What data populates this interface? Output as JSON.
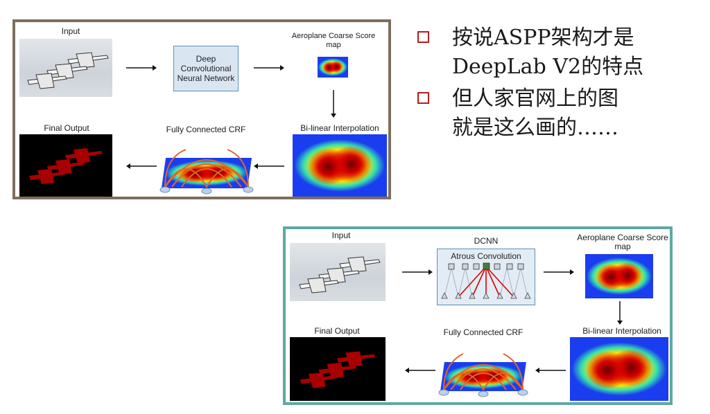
{
  "panel_a": {
    "input_label": "Input",
    "dcnn_box": "Deep Convolutional Neural Network",
    "coarse_label": "Aeroplane Coarse Score map",
    "interp_label": "Bi-linear Interpolation",
    "crf_label": "Fully Connected CRF",
    "output_label": "Final Output"
  },
  "panel_b": {
    "input_label": "Input",
    "dcnn_label": "DCNN",
    "atrous_label": "Atrous Convolution",
    "coarse_label": "Aeroplane Coarse Score map",
    "interp_label": "Bi-linear Interpolation",
    "crf_label": "Fully Connected CRF",
    "output_label": "Final Output"
  },
  "bullets": [
    {
      "line1": "按说ASPP架构才是",
      "line2": "DeepLab V2的特点"
    },
    {
      "line1": "但人家官网上的图",
      "line2": "就是这么画的……"
    }
  ],
  "colors": {
    "panel_a_border": "#7c6e5d",
    "panel_b_border": "#5fa9a2",
    "bullet_square": "#b71c1c",
    "mask_red": "#a80000"
  }
}
